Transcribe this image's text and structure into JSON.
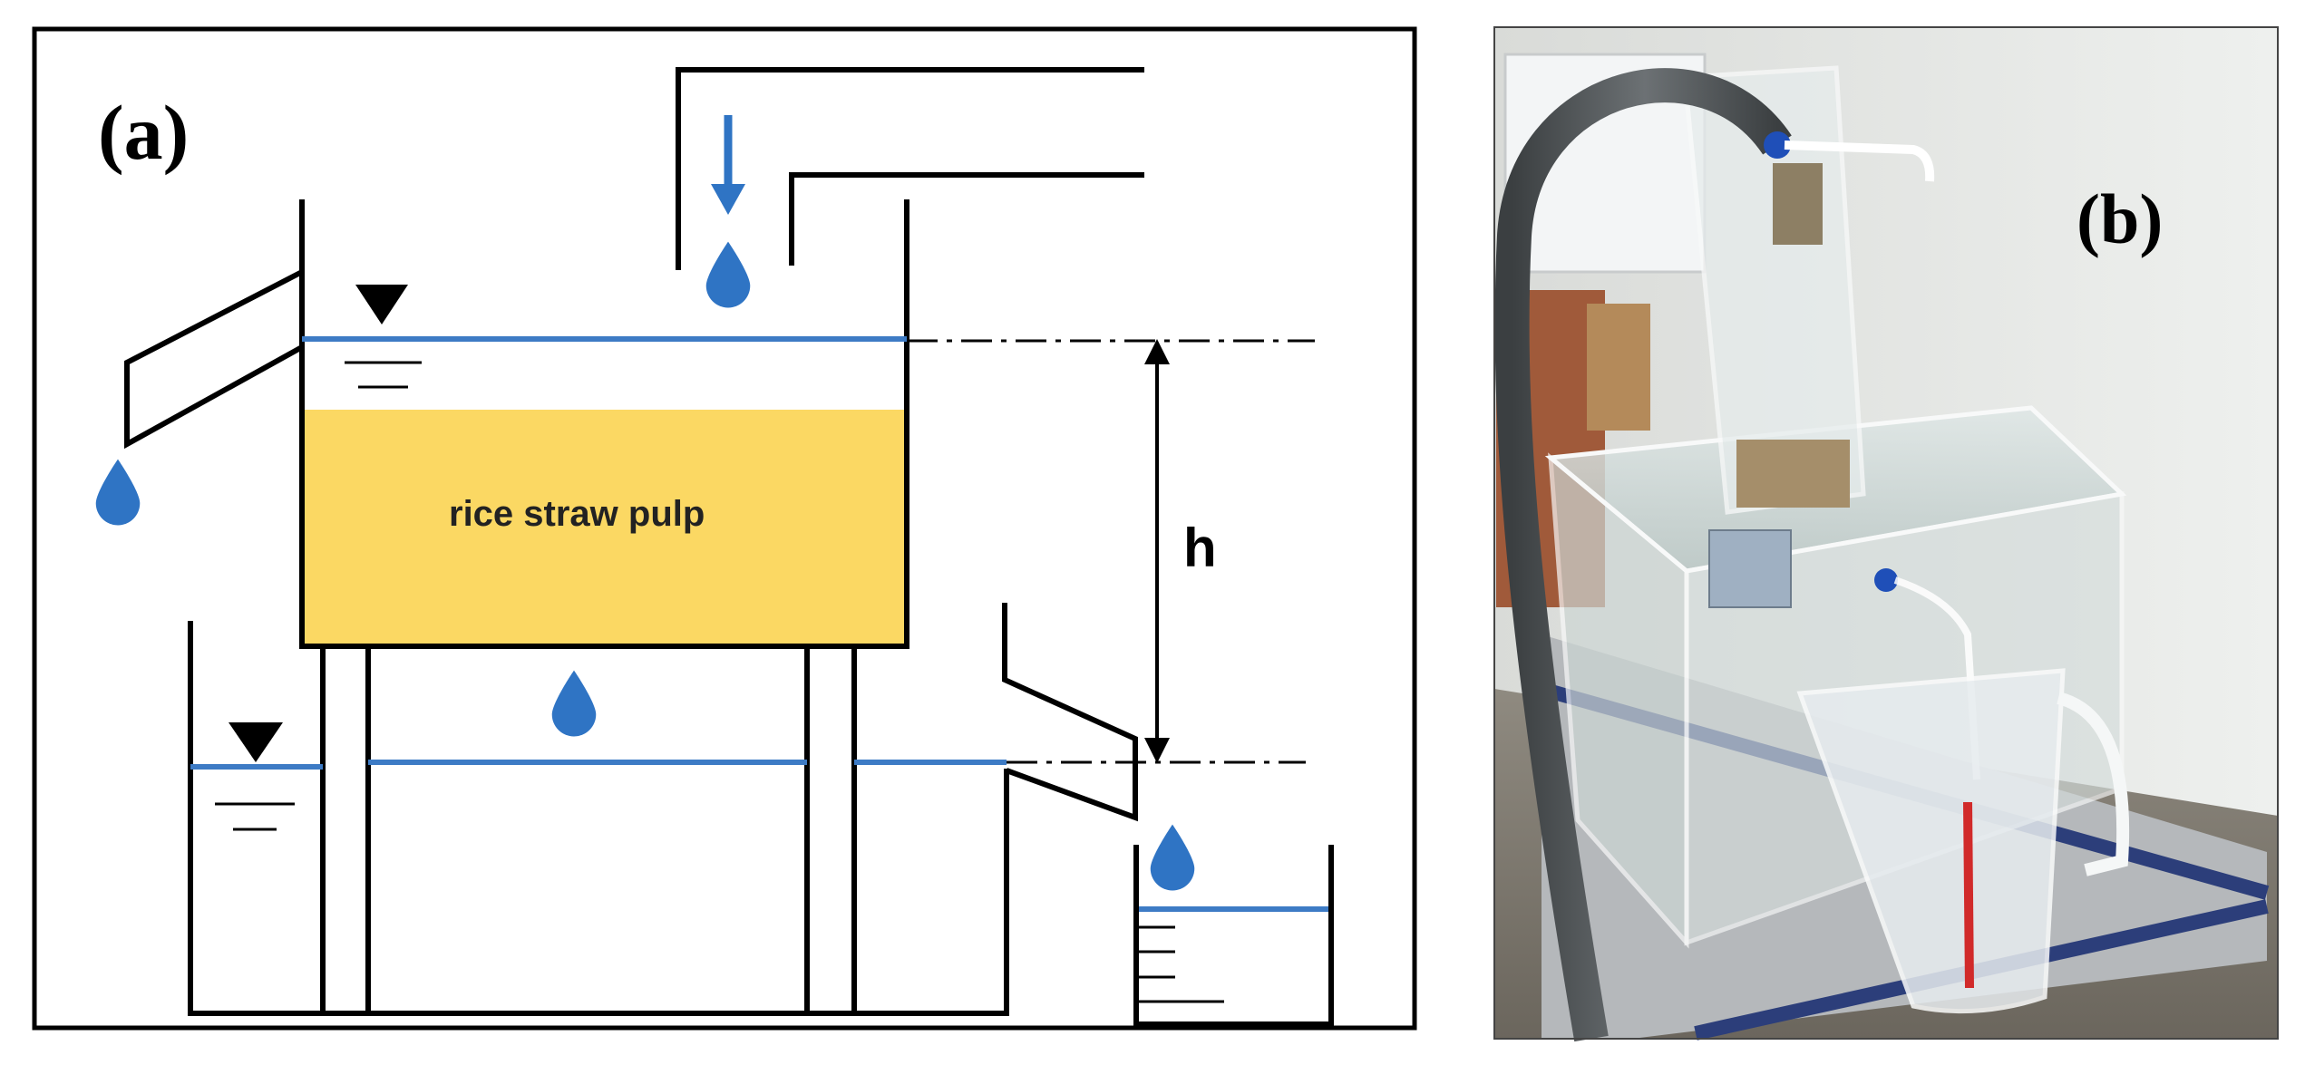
{
  "panel_a": {
    "label": "(a)",
    "pulp_label": "rice straw pulp",
    "height_label": "h"
  },
  "panel_b": {
    "label": "(b)"
  },
  "colors": {
    "water_line": "#3d7bc5",
    "droplet": "#2f74c4",
    "pulp_fill": "#fbd863",
    "outline": "#000000"
  },
  "icons": [
    "water-drop-icon",
    "water-level-triangle-icon",
    "flow-arrow-icon"
  ]
}
